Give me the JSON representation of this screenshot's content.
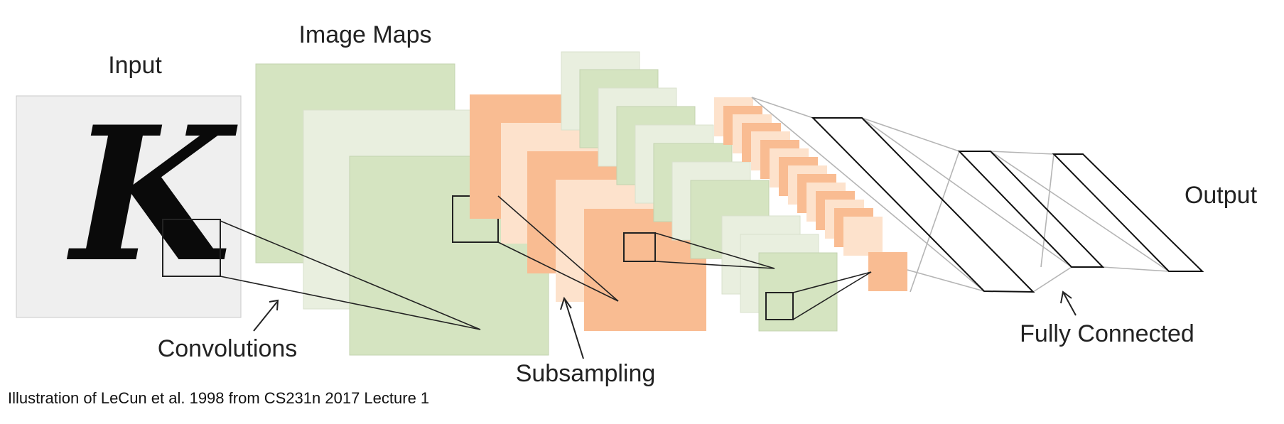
{
  "labels": {
    "input": "Input",
    "image_maps": "Image Maps",
    "convolutions": "Convolutions",
    "subsampling": "Subsampling",
    "fully_connected": "Fully Connected",
    "output": "Output"
  },
  "input_glyph": "K",
  "caption": "Illustration of LeCun et al. 1998 from CS231n 2017 Lecture 1",
  "colors": {
    "input_bg": "#efefef",
    "green": "#d5e4c1",
    "light_green": "#e9efdf",
    "orange": "#f9bc92",
    "light_orange": "#fde2cc",
    "line": "#222222",
    "connector": "#b5b5b5"
  }
}
